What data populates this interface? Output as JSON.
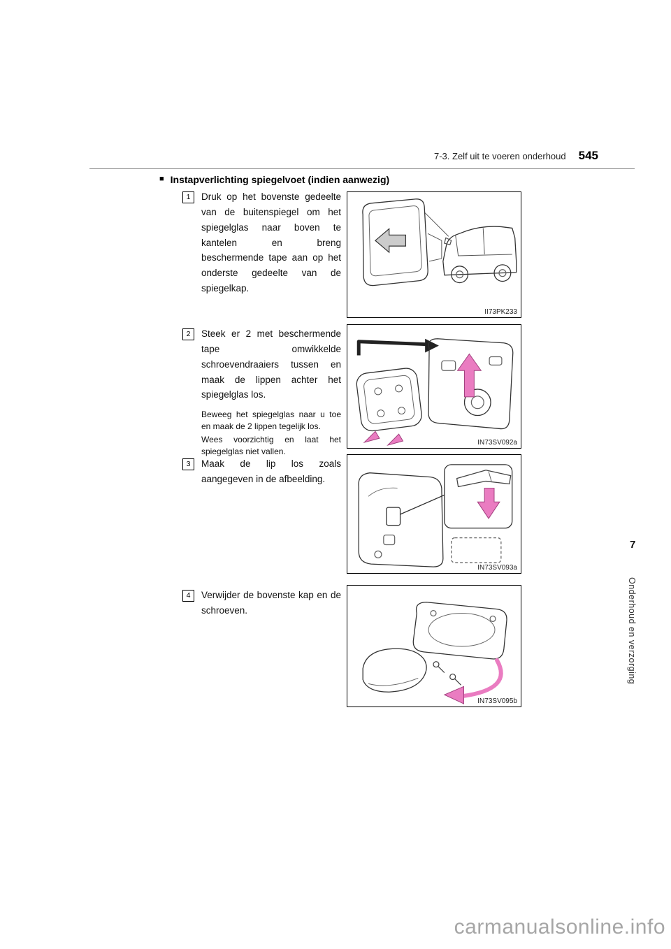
{
  "page": {
    "header_title": "7-3. Zelf uit te voeren onderhoud",
    "page_number": "545",
    "chapter_number": "7",
    "sidebar_label": "Onderhoud en verzorging",
    "watermark": "carmanualsonline.info"
  },
  "section_title": "Instapverlichting spiegelvoet (indien aanwezig)",
  "bullet": "■",
  "steps": [
    {
      "num": "1",
      "text": "Druk op het bovenste gedeelte van de buitenspiegel om het spiegelglas naar boven te kantelen en breng beschermende tape aan op het onderste gedeelte van de spiegelkap.",
      "figure": "II73PK233"
    },
    {
      "num": "2",
      "text": "Steek er 2 met beschermende tape omwikkelde schroevendraaiers tussen en maak de lippen achter het spiegelglas los.",
      "note1": "Beweeg het spiegelglas naar u toe en maak de 2 lippen tegelijk los.",
      "note2": "Wees voorzichtig en laat het spiegelglas niet vallen.",
      "figure": "IN73SV092a"
    },
    {
      "num": "3",
      "text": "Maak de lip los zoals aangegeven in de afbeelding.",
      "figure": "IN73SV093a"
    },
    {
      "num": "4",
      "text": "Verwijder de bovenste kap en de schroeven.",
      "figure": "IN73SV095b"
    }
  ],
  "colors": {
    "arrow_accent": "#ea7cc1",
    "line": "#333333"
  }
}
